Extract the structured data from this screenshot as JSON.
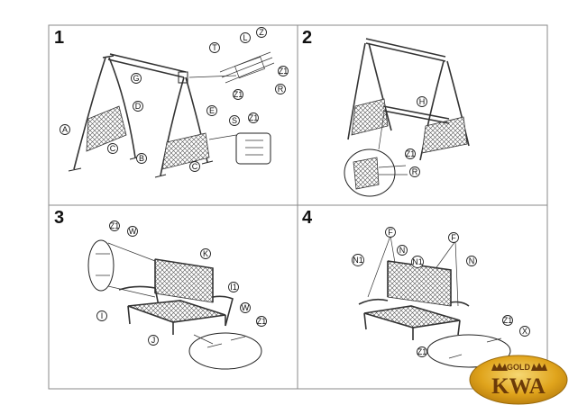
{
  "steps": [
    {
      "number": "1",
      "labels": [
        "A",
        "B",
        "C",
        "C",
        "D",
        "E",
        "G",
        "T",
        "L",
        "Z",
        "Z1",
        "Z1",
        "Z1",
        "R",
        "S"
      ]
    },
    {
      "number": "2",
      "labels": [
        "H",
        "Z1",
        "R"
      ]
    },
    {
      "number": "3",
      "labels": [
        "Z1",
        "W",
        "K",
        "I1",
        "I",
        "J",
        "W",
        "Z1"
      ]
    },
    {
      "number": "4",
      "labels": [
        "F",
        "F",
        "N",
        "N",
        "N1",
        "N1",
        "Z1",
        "X",
        "Z1"
      ]
    }
  ],
  "brand": {
    "top": "GOLD",
    "name": "KWA"
  },
  "colors": {
    "gold": "#e0a41c",
    "goldLight": "#f6d873",
    "border": "#8a8a8a"
  }
}
